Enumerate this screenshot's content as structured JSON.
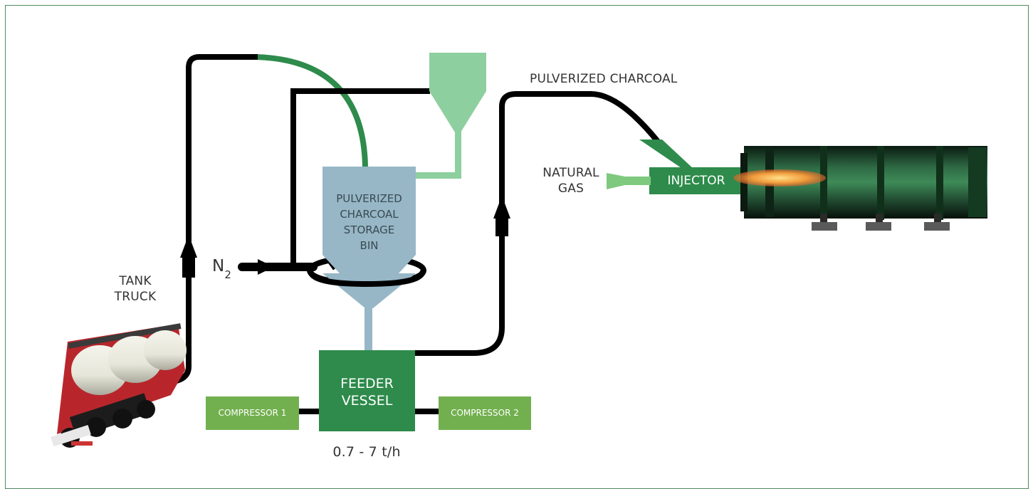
{
  "labels": {
    "tank_truck_line1": "TANK",
    "tank_truck_line2": "TRUCK",
    "n2_base": "N",
    "n2_sub": "2",
    "pulverized_charcoal": "PULVERIZED CHARCOAL",
    "natural_gas_line1": "NATURAL",
    "natural_gas_line2": "GAS",
    "injector": "INJECTOR",
    "storage_bin": [
      "PULVERIZED",
      "CHARCOAL",
      "STORAGE",
      "BIN"
    ],
    "feeder_vessel_line1": "FEEDER",
    "feeder_vessel_line2": "VESSEL",
    "compressor_1": "COMPRESSOR 1",
    "compressor_2": "COMPRESSOR 2",
    "capacity": "0.7 - 7 t/h"
  },
  "colors": {
    "pipe": "#000000",
    "dark_green": "#2e8b4b",
    "light_green": "#7fc97f",
    "filter_green": "#8ecf9f",
    "bin_blue": "#97b7c7",
    "compressor_green": "#72b04f",
    "frame": "#4f8a5f"
  },
  "icons": {
    "truck": "tank-truck-icon",
    "kiln": "rotary-kiln-icon"
  }
}
